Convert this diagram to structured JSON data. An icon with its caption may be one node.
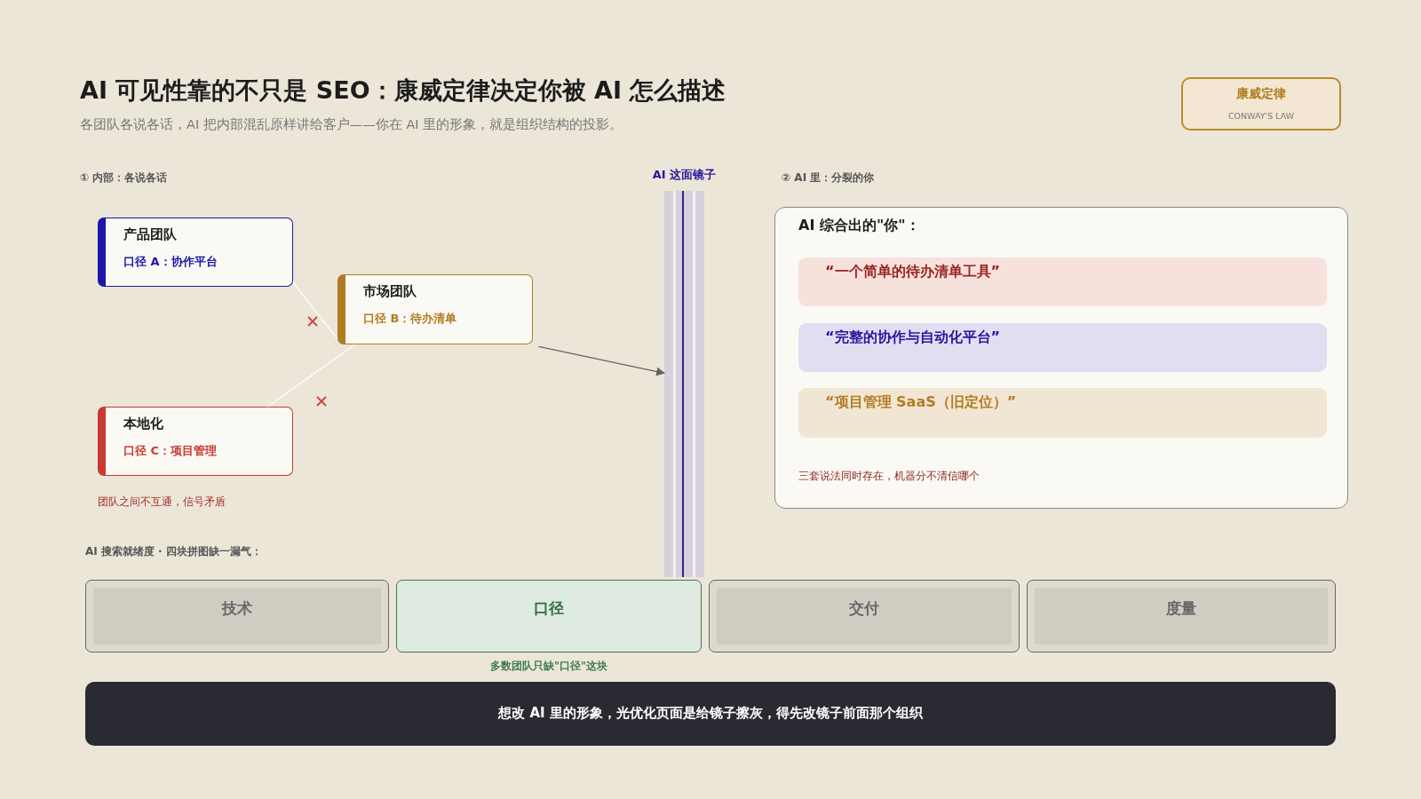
{
  "diagram": {
    "title": "AI 可见性靠的不只是 SEO：康威定律决定你被 AI 怎么描述",
    "caption": "各团队各说各话，AI 把内部混乱原样讲给客户——你在 AI 里的形象，就是组织结构的投影。",
    "nodes": [
      {
        "text": [
          "康威定律",
          "CONWAY'S LAW"
        ]
      },
      {
        "text": [
          "产品团队",
          "口径 A：协作平台"
        ]
      },
      {
        "text": [
          "市场团队",
          "口径 B：待办清单"
        ]
      },
      {
        "text": [
          "本地化",
          "口径 C：项目管理"
        ]
      },
      {
        "text": [
          "AI 这面镜子"
        ]
      },
      {
        "text": [
          "AI 综合出的\"你\"：",
          "三套说法同时存在，机器分不清信哪个"
        ]
      },
      {
        "text": [
          "“一个简单的待办清单工具”"
        ],
        "in": 5
      },
      {
        "text": [
          "“完整的协作与自动化平台”"
        ],
        "in": 5
      },
      {
        "text": [
          "“项目管理 SaaS（旧定位）”"
        ],
        "in": 5
      },
      {
        "text": [
          "技术"
        ]
      },
      {
        "text": [
          "口径"
        ],
        "beside": [
          "多数团队只缺\"口径\"这块"
        ]
      },
      {
        "text": [
          "交付"
        ]
      },
      {
        "text": [
          "度量"
        ]
      },
      {
        "text": [
          "想改 AI 里的形象，光优化页面是给镜子擦灰，得先改镜子前面那个组织"
        ]
      }
    ],
    "edges": [
      {
        "from": 1,
        "to": 2,
        "arrow": "none",
        "color": "#ffffff"
      },
      {
        "from": 3,
        "to": 2,
        "arrow": "none",
        "color": "#ffffff"
      },
      {
        "from": 2,
        "to": 4,
        "arrow": "to",
        "color": "#666666"
      }
    ],
    "labels": [
      "① 内部：各说各话",
      "② AI 里：分裂的你",
      "团队之间不互通，信号矛盾",
      "AI 搜索就绪度 · 四块拼图缺一漏气："
    ]
  }
}
